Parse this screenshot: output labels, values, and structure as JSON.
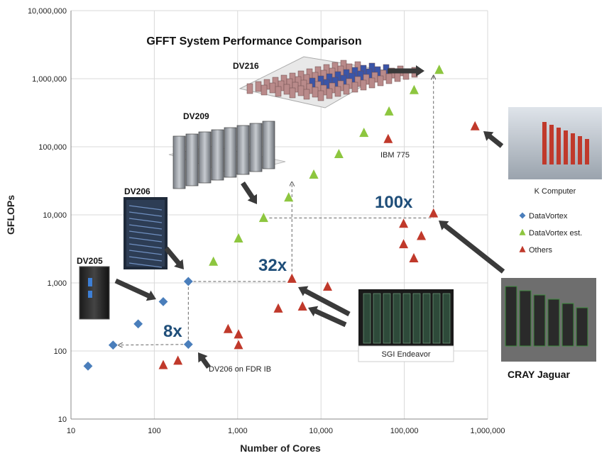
{
  "chart_data": {
    "type": "scatter",
    "title": "GFFT System Performance Comparison",
    "xlabel": "Number of Cores",
    "ylabel": "GFLOPs",
    "xscale": "log",
    "yscale": "log",
    "xlim": [
      10,
      1000000
    ],
    "ylim": [
      10,
      10000000
    ],
    "x_ticks": [
      "10",
      "100",
      "1,000",
      "10,000",
      "100,000",
      "1,000,000"
    ],
    "y_ticks": [
      "10",
      "100",
      "1,000",
      "10,000",
      "100,000",
      "1,000,000",
      "10,000,000"
    ],
    "grid": true,
    "legend_position": "right",
    "series": [
      {
        "name": "DataVortex",
        "marker": "diamond",
        "color": "#4a7ebb",
        "points": [
          [
            16,
            60
          ],
          [
            32,
            122
          ],
          [
            64,
            250
          ],
          [
            128,
            530
          ],
          [
            256,
            125
          ],
          [
            256,
            1050
          ]
        ]
      },
      {
        "name": "DataVortex est.",
        "marker": "triangle",
        "color": "#8dc63f",
        "points": [
          [
            512,
            2050
          ],
          [
            1024,
            4500
          ],
          [
            2048,
            9000
          ],
          [
            4096,
            18000
          ],
          [
            8192,
            39000
          ],
          [
            16384,
            78000
          ],
          [
            32768,
            160000
          ],
          [
            65536,
            330000
          ],
          [
            131072,
            680000
          ],
          [
            262144,
            1350000
          ]
        ]
      },
      {
        "name": "Others",
        "marker": "triangle",
        "color": "#c0392b",
        "points": [
          [
            128,
            62
          ],
          [
            192,
            72
          ],
          [
            768,
            210
          ],
          [
            1024,
            175
          ],
          [
            1024,
            122
          ],
          [
            3072,
            420
          ],
          [
            4480,
            1150
          ],
          [
            6000,
            450
          ],
          [
            12000,
            880
          ],
          [
            64000,
            130000
          ],
          [
            98000,
            7400
          ],
          [
            98000,
            3700
          ],
          [
            130000,
            2300
          ],
          [
            160000,
            4900
          ],
          [
            224000,
            10500
          ],
          [
            705000,
            200000
          ]
        ]
      }
    ],
    "annotations": {
      "dv216": "DV216",
      "dv209": "DV209",
      "dv206": "DV206",
      "dv205": "DV205",
      "ibm": "IBM 775",
      "k_computer": "K Computer",
      "sgi": "SGI Endeavor",
      "cray": "CRAY Jaguar",
      "fdr": "DV206 on FDR IB",
      "x8": "8x",
      "x32": "32x",
      "x100": "100x"
    },
    "callouts": [
      {
        "label": "8x",
        "from": [
          256,
          125
        ],
        "to": [
          32,
          122
        ],
        "vertical_to": [
          256,
          1050
        ]
      },
      {
        "label": "32x",
        "from": [
          4480,
          1150
        ],
        "to": [
          4480,
          28000
        ],
        "horizontal_to": [
          256,
          1050
        ]
      },
      {
        "label": "100x",
        "from": [
          224000,
          10500
        ],
        "to": [
          224000,
          1100000
        ],
        "horizontal_to": [
          2048,
          9000
        ]
      }
    ]
  },
  "colors": {
    "datavortex": "#4a7ebb",
    "datavortex_est": "#8dc63f",
    "others": "#c0392b",
    "grid": "#d9d9d9",
    "arrow": "#3a3a3a",
    "multiplier": "#1f4e79"
  }
}
